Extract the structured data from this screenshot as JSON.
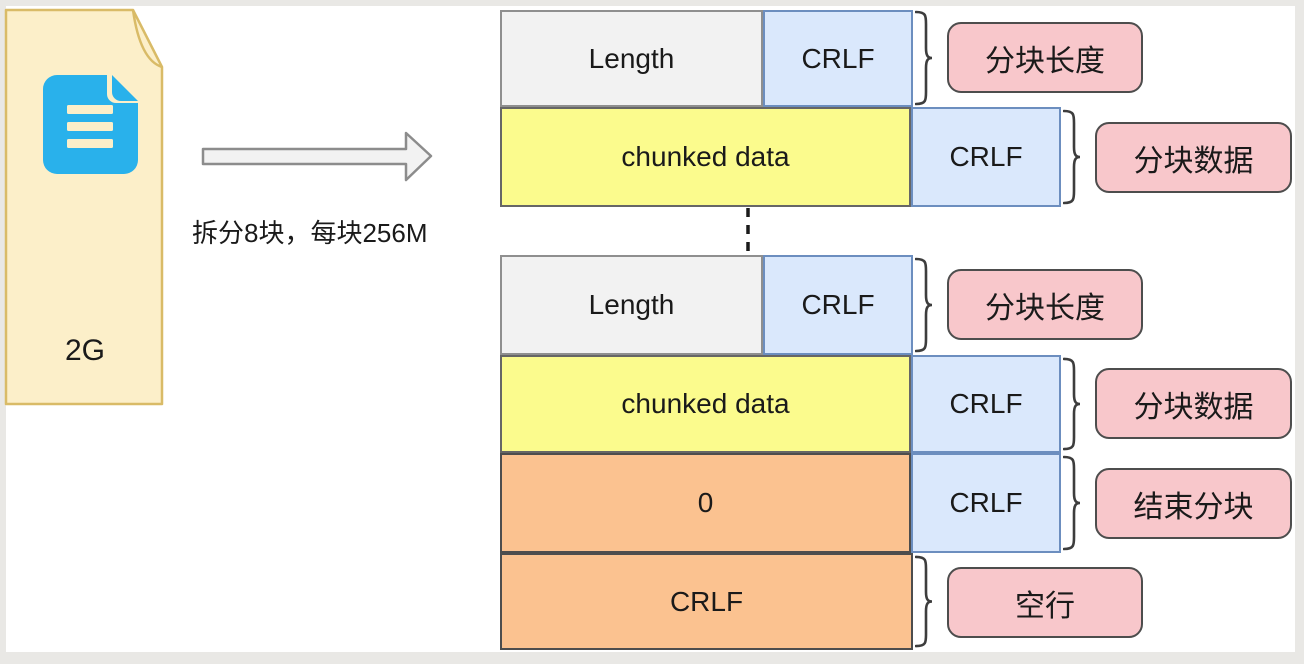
{
  "colors": {
    "file_fill": "#FCEFC9",
    "file_border": "#D9BB67",
    "doc_icon_blue": "#29B1EB",
    "length_cell_fill": "#F2F2F2",
    "crlf_cell_fill": "#DAE8FC",
    "crlf_cell_border": "#6C8EBF",
    "chunk_data_fill": "#FBFB8D",
    "end_chunk_fill": "#FBC290",
    "annotation_fill": "#F8C7CB",
    "arrow_fill": "#F2F2F2"
  },
  "file": {
    "size_label": "2G"
  },
  "arrow": {
    "caption": "拆分8块，每块256M"
  },
  "diagram": {
    "rows": [
      {
        "cell1": "Length",
        "cell2": "CRLF",
        "annotation": "分块长度"
      },
      {
        "cell1": "chunked data",
        "cell2": "CRLF",
        "annotation": "分块数据"
      },
      {
        "cell1": "Length",
        "cell2": "CRLF",
        "annotation": "分块长度"
      },
      {
        "cell1": "chunked data",
        "cell2": "CRLF",
        "annotation": "分块数据"
      },
      {
        "cell1": "0",
        "cell2": "CRLF",
        "annotation": "结束分块"
      },
      {
        "cell1": "CRLF",
        "annotation": "空行"
      }
    ]
  }
}
